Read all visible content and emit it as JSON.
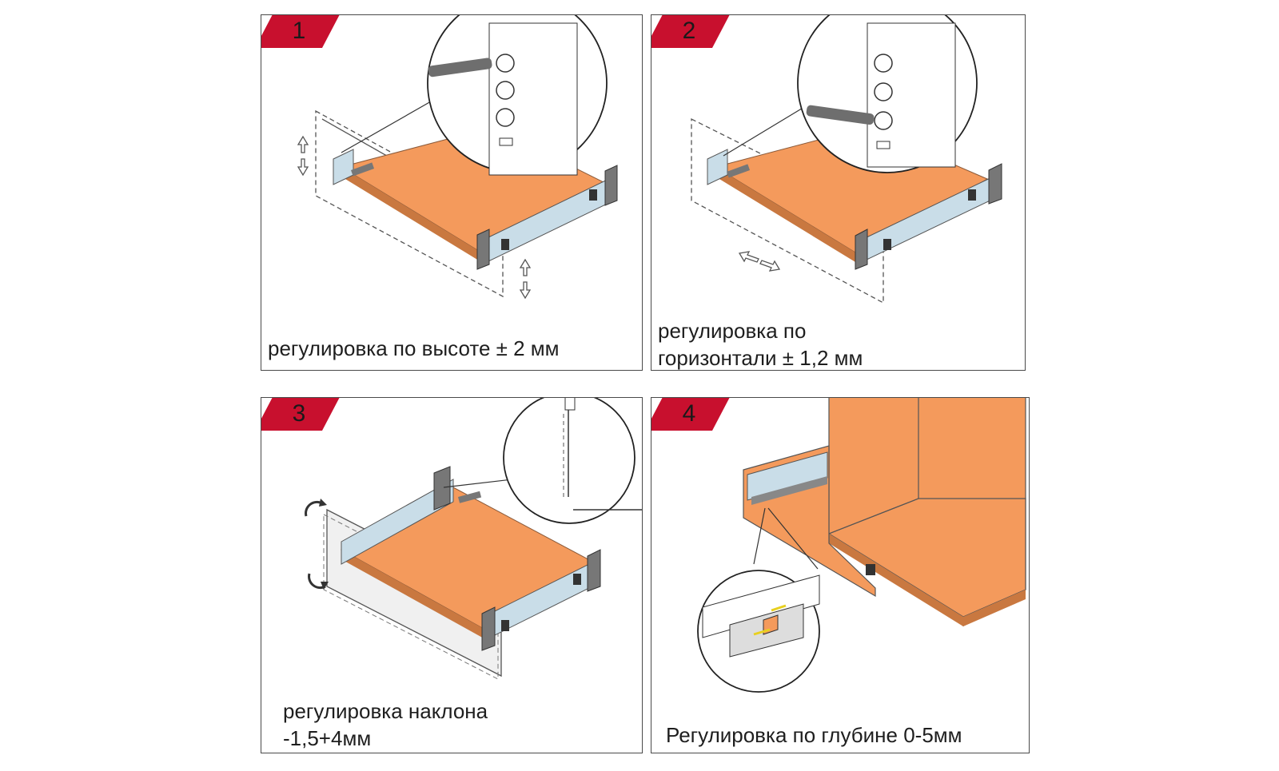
{
  "badge_color": "#c8102e",
  "panel_fill": "#f49a5c",
  "steps": [
    {
      "number": "1",
      "line1": "регулировка по высоте ± 2 мм",
      "line2": ""
    },
    {
      "number": "2",
      "line1": "регулировка по",
      "line2": "горизонтали ± 1,2 мм"
    },
    {
      "number": "3",
      "line1": "регулировка наклона",
      "line2": "-1,5+4мм"
    },
    {
      "number": "4",
      "line1": "Регулировка по глубине 0-5мм",
      "line2": ""
    }
  ]
}
